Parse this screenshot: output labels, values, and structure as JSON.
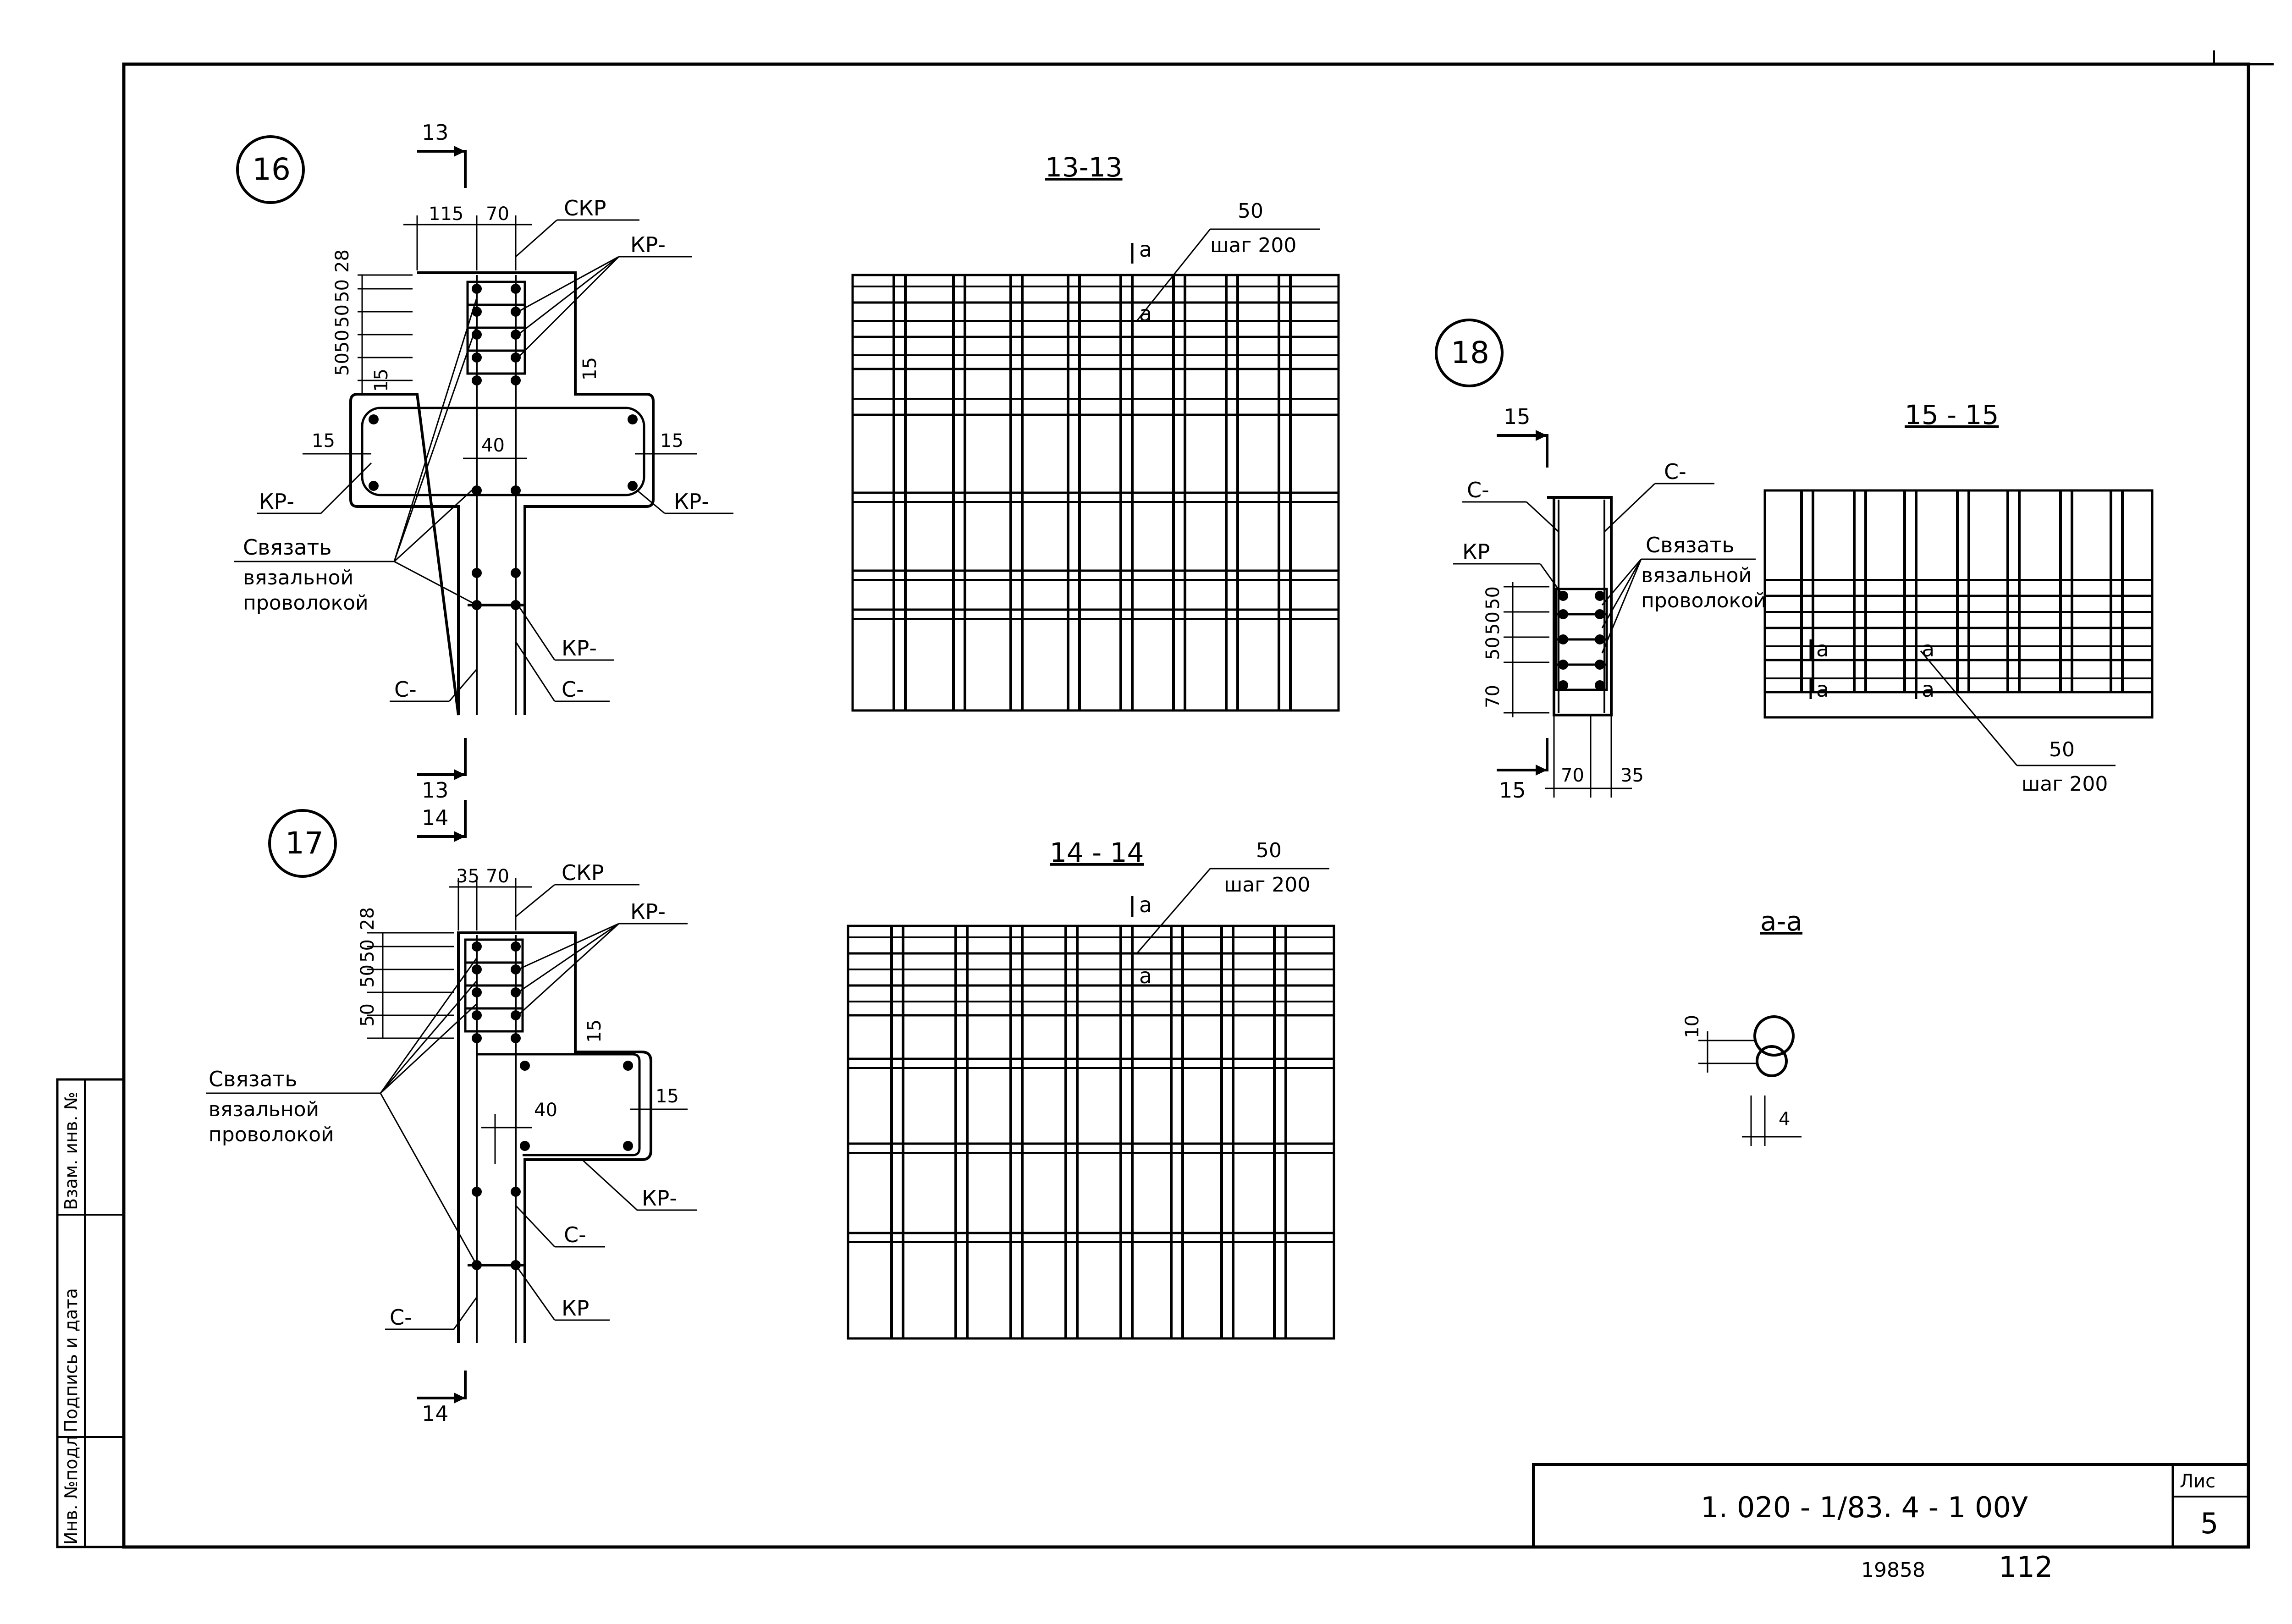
{
  "details": [
    {
      "id": "detail-16",
      "number": "16",
      "section": "13",
      "dims_top": [
        "115",
        "70"
      ],
      "dims_left": [
        "28",
        "50",
        "50",
        "50",
        "50"
      ],
      "dims_flange": [
        "15",
        "15",
        "15",
        "15",
        "40"
      ],
      "labels": {
        "skr": "СКР",
        "kr": "КР-",
        "kr_left": "КР-",
        "kr_right": "КР-",
        "kr_bottom": "КР-",
        "c_left": "С-",
        "c_right": "С-"
      }
    },
    {
      "id": "detail-17",
      "number": "17",
      "section": "14",
      "dims_top": [
        "35",
        "70"
      ],
      "dims_left": [
        "28",
        "50",
        "50",
        "50"
      ],
      "dims_flange": [
        "15",
        "15",
        "40"
      ],
      "labels": {
        "skr": "СКР",
        "kr": "КР-",
        "kr_right": "КР-",
        "kr_bottom": "КР",
        "c_left": "С-",
        "c_right": "С-"
      }
    },
    {
      "id": "detail-18",
      "number": "18",
      "section": "15",
      "dims_bottom": [
        "70",
        "35"
      ],
      "dims_left": [
        "50",
        "50",
        "50",
        "70"
      ],
      "labels": {
        "c_left": "С-",
        "c_right": "С-",
        "kr": "КР"
      }
    }
  ],
  "tie_note": {
    "line1": "Связать",
    "line2": "вязальной",
    "line3": "проволокой"
  },
  "sections": [
    {
      "id": "section-13-13",
      "title": "13-13",
      "marker": "а",
      "spacing_label": "50",
      "step_label": "шаг 200"
    },
    {
      "id": "section-14-14",
      "title": "14 - 14",
      "marker": "а",
      "spacing_label": "50",
      "step_label": "шаг 200"
    },
    {
      "id": "section-15-15",
      "title": "15 - 15",
      "marker": "а",
      "spacing_label": "50",
      "step_label": "шаг 200"
    }
  ],
  "aa": {
    "title": "а-а",
    "dim_vertical": "10",
    "dim_horizontal": "4"
  },
  "side_stamp": {
    "col1": "Инв. №подл",
    "col2": "Подпись и дата",
    "col3": "Взам. инв. №"
  },
  "title_block": {
    "code": "1. 020 - 1/83. 4 - 1  00У",
    "sheet_label": "Лис",
    "sheet_number": "5"
  },
  "footer": {
    "archive_no": "19858",
    "page_no": "112"
  },
  "colors": {
    "ink": "#000000",
    "paper": "#ffffff"
  }
}
